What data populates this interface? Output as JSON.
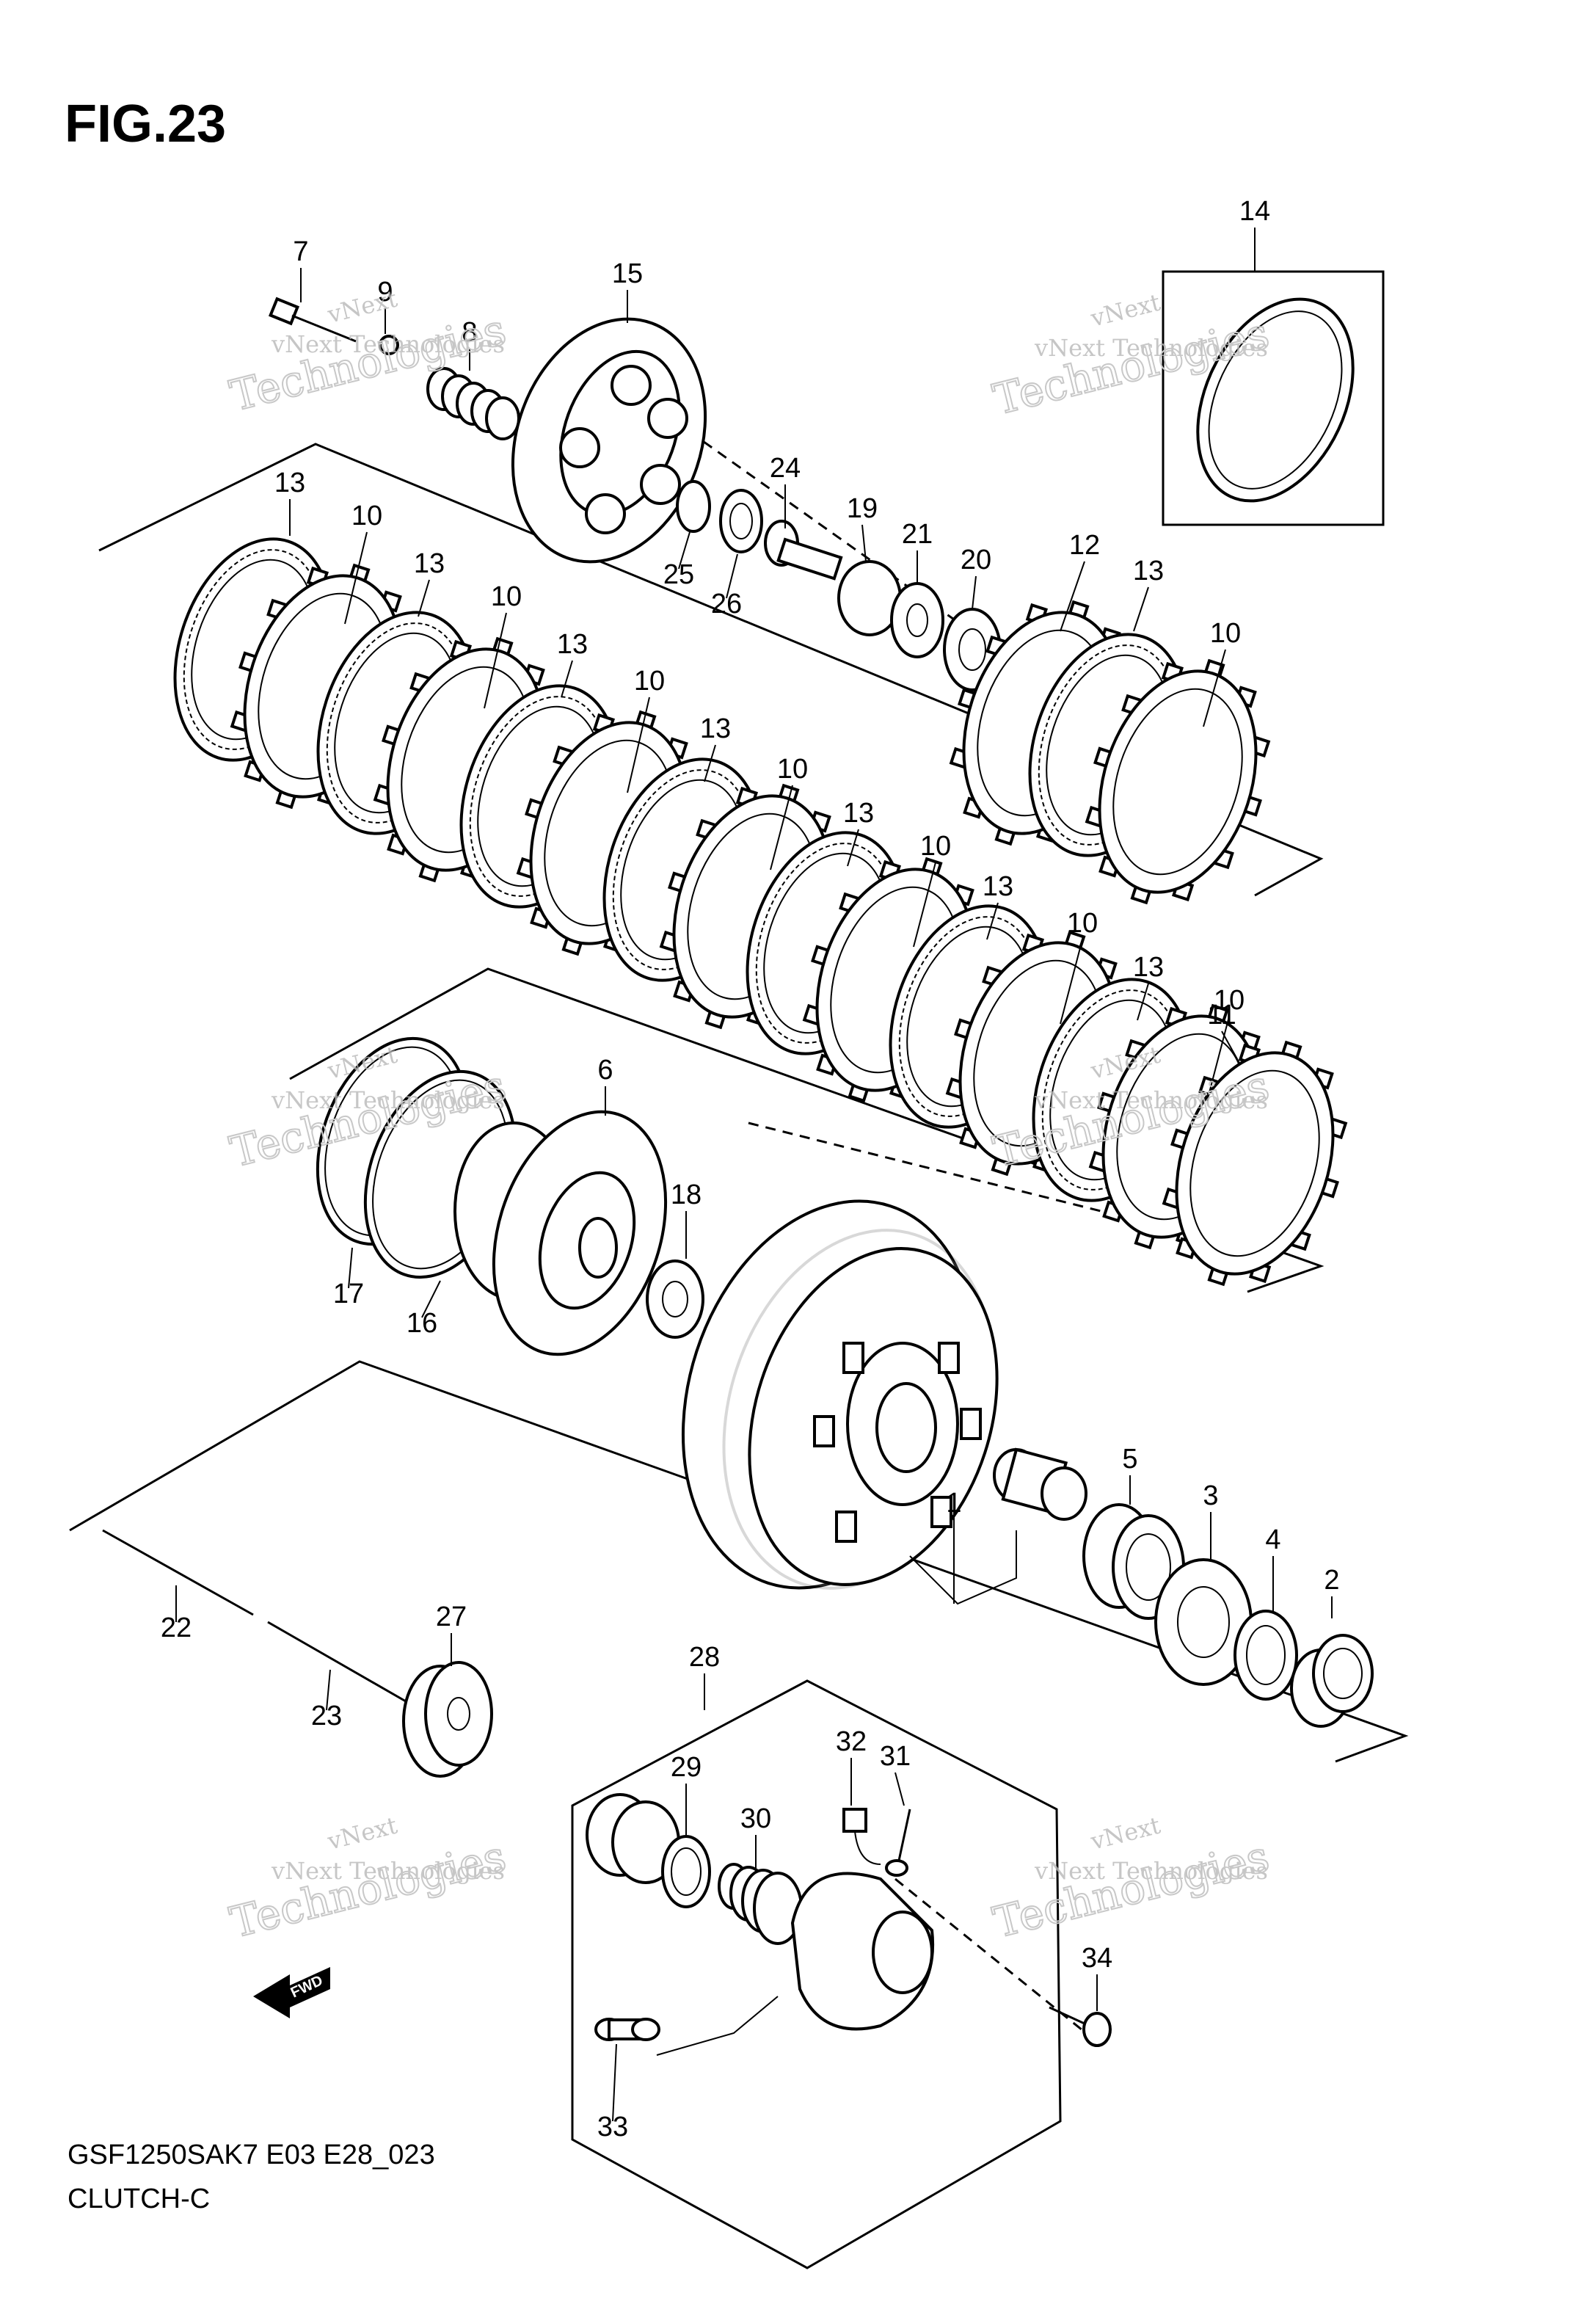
{
  "figure": {
    "title": "FIG.23",
    "model_code": "GSF1250SAK7 E03 E28_023",
    "section": "CLUTCH-C"
  },
  "watermark": {
    "line1": "vNext Technologies",
    "line2": "Technologies",
    "small": "vNext"
  },
  "fwd_label": "FWD",
  "callouts": [
    {
      "n": "1"
    },
    {
      "n": "2"
    },
    {
      "n": "3"
    },
    {
      "n": "4"
    },
    {
      "n": "5"
    },
    {
      "n": "6"
    },
    {
      "n": "7"
    },
    {
      "n": "8"
    },
    {
      "n": "9"
    },
    {
      "n": "10"
    },
    {
      "n": "10"
    },
    {
      "n": "10"
    },
    {
      "n": "10"
    },
    {
      "n": "10"
    },
    {
      "n": "10"
    },
    {
      "n": "10"
    },
    {
      "n": "10"
    },
    {
      "n": "11"
    },
    {
      "n": "12"
    },
    {
      "n": "13"
    },
    {
      "n": "13"
    },
    {
      "n": "13"
    },
    {
      "n": "13"
    },
    {
      "n": "13"
    },
    {
      "n": "13"
    },
    {
      "n": "13"
    },
    {
      "n": "13"
    },
    {
      "n": "14"
    },
    {
      "n": "15"
    },
    {
      "n": "16"
    },
    {
      "n": "17"
    },
    {
      "n": "18"
    },
    {
      "n": "19"
    },
    {
      "n": "20"
    },
    {
      "n": "21"
    },
    {
      "n": "22"
    },
    {
      "n": "23"
    },
    {
      "n": "24"
    },
    {
      "n": "25"
    },
    {
      "n": "26"
    },
    {
      "n": "27"
    },
    {
      "n": "28"
    },
    {
      "n": "29"
    },
    {
      "n": "30"
    },
    {
      "n": "31"
    },
    {
      "n": "32"
    },
    {
      "n": "33"
    },
    {
      "n": "34"
    }
  ]
}
